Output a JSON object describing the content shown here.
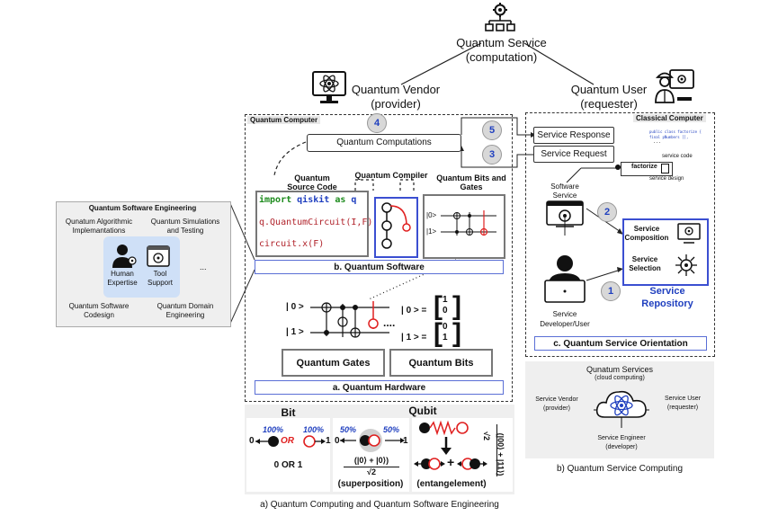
{
  "top": {
    "service_title": "Quantum Service",
    "service_sub": "(computation)",
    "vendor_title": "Quantum Vendor",
    "vendor_sub": "(provider)",
    "user_title": "Quantum User",
    "user_sub": "(requester)"
  },
  "quantum_computer": {
    "label": "Quantum Computer",
    "computations": "Quantum Computations",
    "num_4": "4",
    "num_5": "5",
    "num_3": "3",
    "source_code_title": "Quantum Source Code",
    "compiler_title": "Quantum Compiler",
    "bits_gates_title": "Quantum Bits and Gates",
    "code_line1_kw": "import",
    "code_line1_mod": "qiskit",
    "code_line1_as": "as",
    "code_line1_alias": "q",
    "code_line2": "q.QuantumCircuit(I,F)",
    "code_line3": "circuit.x(F)",
    "ket0": "|0>",
    "ket1": "|1>",
    "software_label": "b. Quantum Software",
    "hw_ket0": "| 0 >",
    "hw_ket1": "| 1 >",
    "vec0_left": "| 0 > =",
    "vec1_left": "| 1 > =",
    "vec0_top": "1",
    "vec0_bot": "0",
    "vec1_top": "0",
    "vec1_bot": "1",
    "dots": "....",
    "gates_btn": "Quantum Gates",
    "bits_btn": "Quantum Bits",
    "hardware_label": "a. Quantum Hardware"
  },
  "classical": {
    "label": "Classical Computer",
    "response": "Service Response",
    "request": "Service Request",
    "code_snip1": "public class factorize {",
    "code_snip2": "final pNumbers [],",
    "code_snip3": "...",
    "service_code": "service code",
    "factorize": "factorize",
    "service_design": "service design",
    "software_service": "Software Service",
    "num_2": "2",
    "num_1": "1",
    "composition": "Service Composition",
    "selection": "Service Selection",
    "repo_line1": "Service",
    "repo_line2": "Repository",
    "dev_line1": "Service",
    "dev_line2": "Developer/User",
    "orientation_label": "c. Quantum Service Orientation"
  },
  "qse": {
    "title": "Quantum Software Engineering",
    "tl": "Qunatum Algorithmic Implemantations",
    "tr": "Quantum Simulations and Testing",
    "human": "Human Expertise",
    "tool": "Tool Support",
    "ellipsis": "...",
    "bl": "Quantum Software Codesign",
    "br": "Quantum Domain Engineering"
  },
  "bit": {
    "title": "Bit",
    "p_left": "100%",
    "p_right": "100%",
    "zero": "0",
    "or": "OR",
    "one": "1",
    "caption": "0 OR 1"
  },
  "qubit": {
    "title": "Qubit",
    "p_left": "50%",
    "p_right": "50%",
    "zero": "0",
    "one": "1",
    "formula_num": "(|0⟩ + |0⟩)",
    "formula_den": "√2",
    "superposition": "(superposition)",
    "entanglement": "(entangelement)",
    "vert_formula": "(|00⟩ + |11⟩)",
    "vert_den": "√2",
    "plus": "+"
  },
  "caption_a": "a) Quantum Computing and Quantum Software Engineering",
  "services": {
    "title": "Qunatum Services",
    "sub": "(cloud computing)",
    "vendor": "Service Vendor",
    "vendor_sub": "(provider)",
    "user": "Service User",
    "user_sub": "(requester)",
    "engineer": "Service Engineer",
    "engineer_sub": "(developer)"
  },
  "caption_b": "b) Quantum Service Computing",
  "colors": {
    "accent_blue": "#1f3fbf",
    "red": "#e02020",
    "panel_grey": "#efefef",
    "light_blue": "#cfe0f7"
  }
}
